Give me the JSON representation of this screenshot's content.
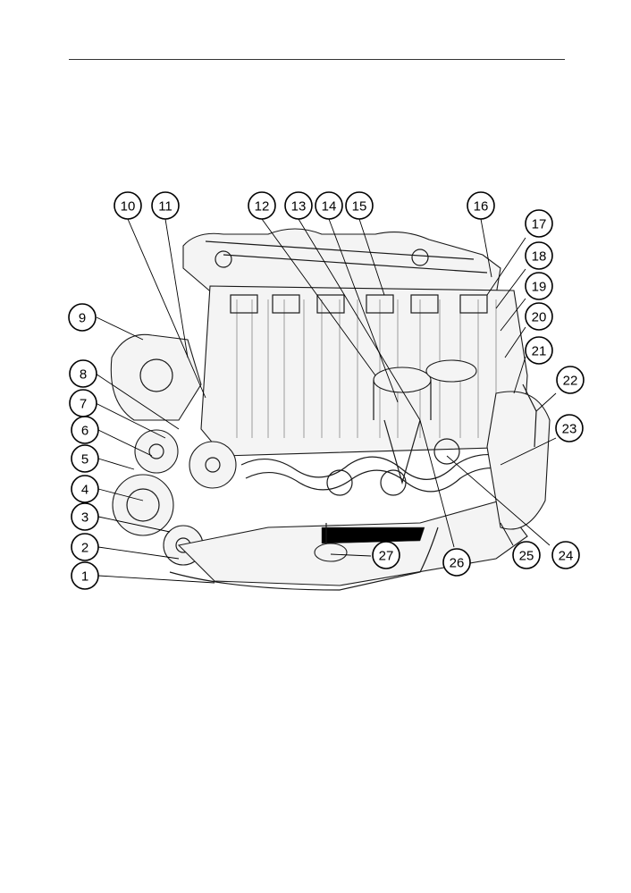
{
  "figure": {
    "callouts": [
      {
        "label": "1"
      },
      {
        "label": "2"
      },
      {
        "label": "3"
      },
      {
        "label": "4"
      },
      {
        "label": "5"
      },
      {
        "label": "6"
      },
      {
        "label": "7"
      },
      {
        "label": "8"
      },
      {
        "label": "9"
      },
      {
        "label": "10"
      },
      {
        "label": "11"
      },
      {
        "label": "12"
      },
      {
        "label": "13"
      },
      {
        "label": "14"
      },
      {
        "label": "15"
      },
      {
        "label": "16"
      },
      {
        "label": "17"
      },
      {
        "label": "18"
      },
      {
        "label": "19"
      },
      {
        "label": "20"
      },
      {
        "label": "21"
      },
      {
        "label": "22"
      },
      {
        "label": "23"
      },
      {
        "label": "24"
      },
      {
        "label": "25"
      },
      {
        "label": "26"
      },
      {
        "label": "27"
      }
    ]
  }
}
